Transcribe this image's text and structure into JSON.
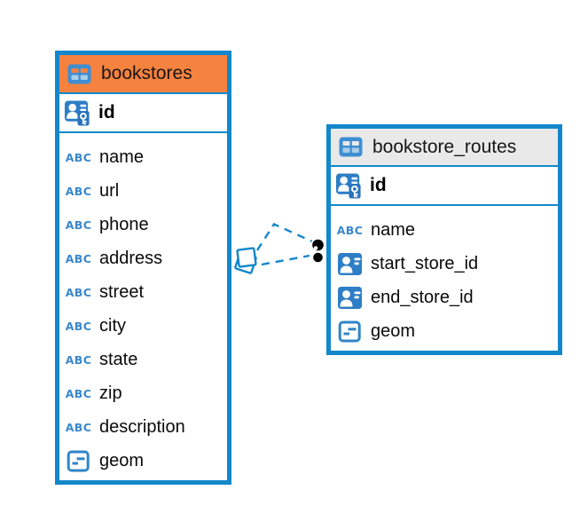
{
  "colors": {
    "accent_blue": "#1287cb",
    "bookstores_header": "#f6823f",
    "routes_header": "#e9e9e9",
    "icon_fill_blue": "#2e7ec6",
    "text_icon_blue": "#3a88ca"
  },
  "icons": {
    "text_label": "ABC",
    "table_icon": "table-grid",
    "primary_key_icon": "person-key",
    "reference_icon": "person-card",
    "geometry_icon": "square-lines"
  },
  "tables": [
    {
      "title": "bookstores",
      "header_color": "#f6823f",
      "columns": [
        {
          "name": "id",
          "icon": "primary-key-icon"
        },
        {
          "name": "name",
          "icon": "text-type-icon"
        },
        {
          "name": "url",
          "icon": "text-type-icon"
        },
        {
          "name": "phone",
          "icon": "text-type-icon"
        },
        {
          "name": "address",
          "icon": "text-type-icon"
        },
        {
          "name": "street",
          "icon": "text-type-icon"
        },
        {
          "name": "city",
          "icon": "text-type-icon"
        },
        {
          "name": "state",
          "icon": "text-type-icon"
        },
        {
          "name": "zip",
          "icon": "text-type-icon"
        },
        {
          "name": "description",
          "icon": "text-type-icon"
        },
        {
          "name": "geom",
          "icon": "geometry-type-icon"
        }
      ]
    },
    {
      "title": "bookstore_routes",
      "header_color": "#e9e9e9",
      "columns": [
        {
          "name": "id",
          "icon": "primary-key-icon"
        },
        {
          "name": "name",
          "icon": "text-type-icon"
        },
        {
          "name": "start_store_id",
          "icon": "reference-type-icon"
        },
        {
          "name": "end_store_id",
          "icon": "reference-type-icon"
        },
        {
          "name": "geom",
          "icon": "geometry-type-icon"
        }
      ]
    }
  ],
  "relation": {
    "from_table": "bookstores",
    "to_table": "bookstore_routes",
    "line_style": "dashed",
    "line_color": "#1287cb",
    "from_endpoint": "diamond-cards",
    "to_endpoint": "black-dots"
  }
}
